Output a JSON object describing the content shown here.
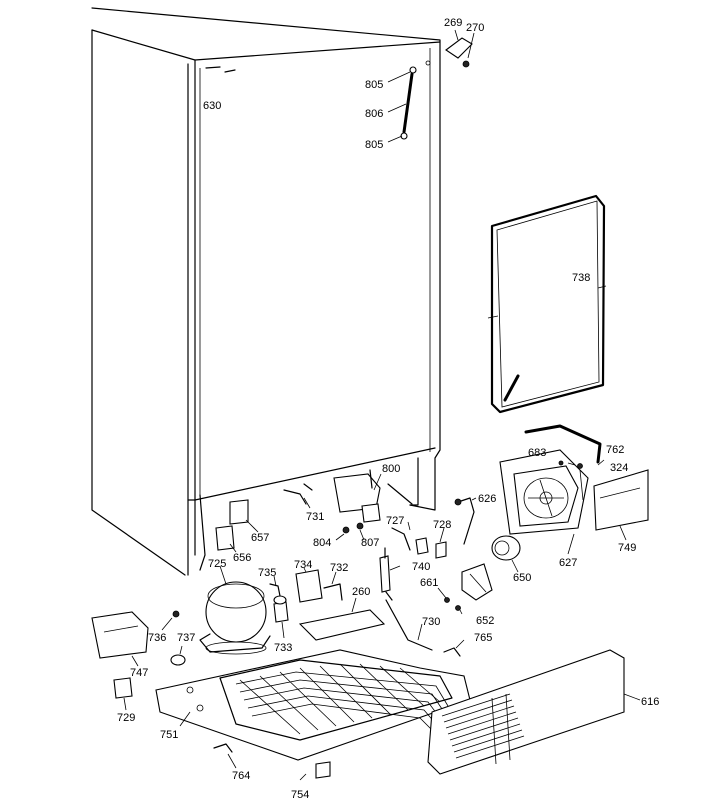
{
  "callouts": {
    "p269": "269",
    "p270": "270",
    "p805a": "805",
    "p806": "806",
    "p805b": "805",
    "p630": "630",
    "p738": "738",
    "p762": "762",
    "p683": "683",
    "p324": "324",
    "p800": "800",
    "p626": "626",
    "p731": "731",
    "p657": "657",
    "p656": "656",
    "p727": "727",
    "p728": "728",
    "p804": "804",
    "p807": "807",
    "p740": "740",
    "p650": "650",
    "p627": "627",
    "p749": "749",
    "p725": "725",
    "p735": "735",
    "p734": "734",
    "p732": "732",
    "p661": "661",
    "p652": "652",
    "p260": "260",
    "p730": "730",
    "p765": "765",
    "p736": "736",
    "p737": "737",
    "p733": "733",
    "p747": "747",
    "p616": "616",
    "p729": "729",
    "p751": "751",
    "p764": "764",
    "p754": "754"
  }
}
